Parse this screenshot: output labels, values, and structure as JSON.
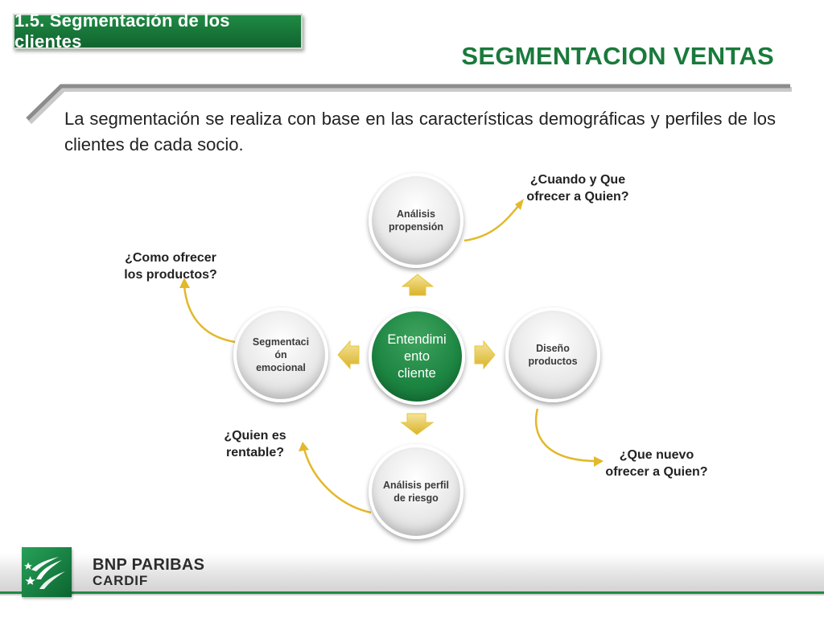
{
  "header": {
    "section_label": "1.5. Segmentación de los clientes",
    "title": "SEGMENTACION VENTAS"
  },
  "intro": {
    "text": "La segmentación se realiza con base en las características demográficas y perfiles de los clientes de cada socio."
  },
  "diagram": {
    "center": "Entendimiento cliente",
    "center_lines": [
      "Entendimi",
      "ento",
      "cliente"
    ],
    "nodes": {
      "top": [
        "Análisis",
        "propensión"
      ],
      "right": [
        "Diseño",
        "productos"
      ],
      "bottom": [
        "Análisis perfil",
        "de riesgo"
      ],
      "left": [
        "Segmentaci",
        "ón",
        "emocional"
      ]
    },
    "questions": {
      "top_right": [
        "¿Cuando y Que",
        "ofrecer a Quien?"
      ],
      "bottom_right": [
        "¿Que nuevo",
        "ofrecer a Quien?"
      ],
      "bottom_left": [
        "¿Quien es",
        "rentable?"
      ],
      "top_left": [
        "¿Como ofrecer",
        "los productos?"
      ]
    }
  },
  "footer": {
    "brand": "BNP PARIBAS",
    "sub_brand": "CARDIF"
  },
  "colors": {
    "brand_green": "#1a7a3b",
    "arrow_gold": "#e6c43a",
    "connector_gold": "#e3b82a"
  },
  "icons": {
    "logo": "bnp-paribas-stars-logo",
    "arrows": "block-arrow"
  }
}
